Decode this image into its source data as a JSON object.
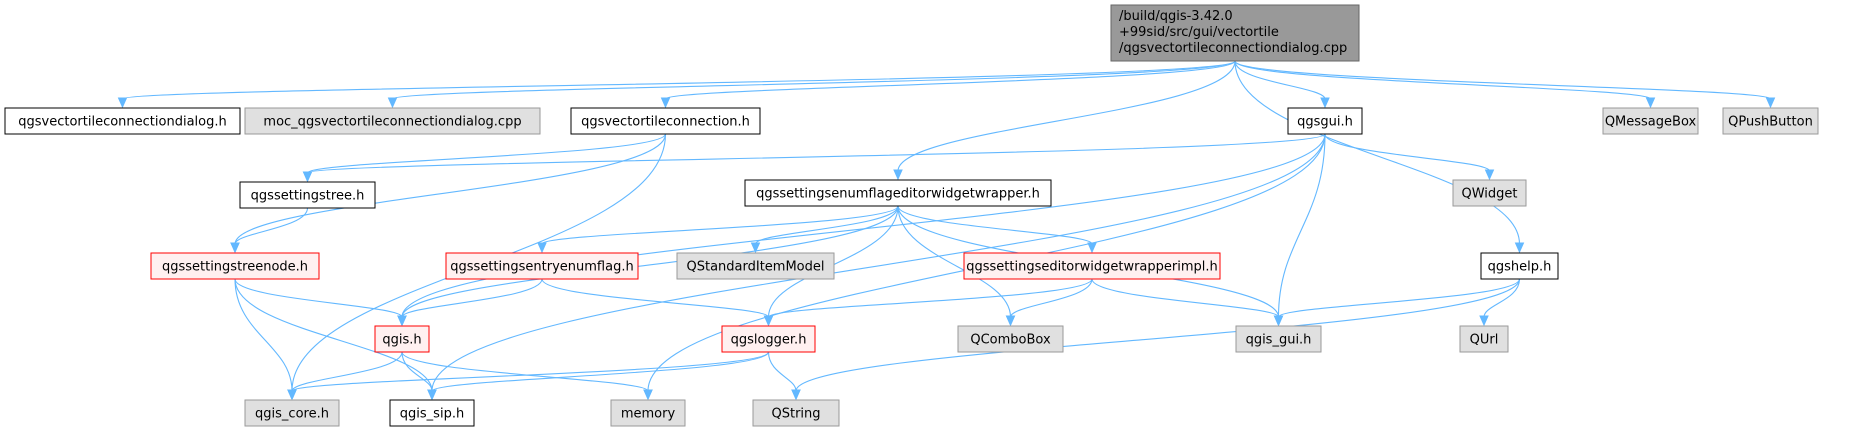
{
  "colors": {
    "edge": "#63b8ff",
    "root_fill": "#999999",
    "root_border": "#666666",
    "project_fill": "#ffffff",
    "project_border": "#000000",
    "external_fill": "#e0e0e0",
    "external_border": "#999999",
    "incomplete_fill": "#fff0f0",
    "incomplete_border": "#ff0000"
  },
  "nodes": [
    {
      "id": "root",
      "kind": "root",
      "lines": [
        "/build/qgis-3.42.0",
        "+99sid/src/gui/vectortile",
        "/qgsvectortileconnectiondialog.cpp"
      ]
    },
    {
      "id": "dialog_h",
      "kind": "project",
      "lines": [
        "qgsvectortileconnectiondialog.h"
      ]
    },
    {
      "id": "moc_cpp",
      "kind": "external",
      "lines": [
        "moc_qgsvectortileconnectiondialog.cpp"
      ]
    },
    {
      "id": "connection_h",
      "kind": "project",
      "lines": [
        "qgsvectortileconnection.h"
      ]
    },
    {
      "id": "qgsgui_h",
      "kind": "project",
      "lines": [
        "qgsgui.h"
      ]
    },
    {
      "id": "qmessagebox",
      "kind": "external",
      "lines": [
        "QMessageBox"
      ]
    },
    {
      "id": "qpushbutton",
      "kind": "external",
      "lines": [
        "QPushButton"
      ]
    },
    {
      "id": "settingstree_h",
      "kind": "project",
      "lines": [
        "qgssettingstree.h"
      ]
    },
    {
      "id": "enumflag_wrapper_h",
      "kind": "project",
      "lines": [
        "qgssettingsenumflageditorwidgetwrapper.h"
      ]
    },
    {
      "id": "qwidget",
      "kind": "external",
      "lines": [
        "QWidget"
      ]
    },
    {
      "id": "qgshelp_h",
      "kind": "project",
      "lines": [
        "qgshelp.h"
      ]
    },
    {
      "id": "treenode_h",
      "kind": "incomplete",
      "lines": [
        "qgssettingstreenode.h"
      ]
    },
    {
      "id": "entryenumflag_h",
      "kind": "incomplete",
      "lines": [
        "qgssettingsentryenumflag.h"
      ]
    },
    {
      "id": "qstandarditemmodel",
      "kind": "external",
      "lines": [
        "QStandardItemModel"
      ]
    },
    {
      "id": "wrapperimpl_h",
      "kind": "incomplete",
      "lines": [
        "qgssettingseditorwidgetwrapperimpl.h"
      ]
    },
    {
      "id": "qurl",
      "kind": "external",
      "lines": [
        "QUrl"
      ]
    },
    {
      "id": "qgis_h",
      "kind": "incomplete",
      "lines": [
        "qgis.h"
      ]
    },
    {
      "id": "qgslogger_h",
      "kind": "incomplete",
      "lines": [
        "qgslogger.h"
      ]
    },
    {
      "id": "qcombobox",
      "kind": "external",
      "lines": [
        "QComboBox"
      ]
    },
    {
      "id": "qgis_gui_h",
      "kind": "external",
      "lines": [
        "qgis_gui.h"
      ]
    },
    {
      "id": "qgis_core_h",
      "kind": "external",
      "lines": [
        "qgis_core.h"
      ]
    },
    {
      "id": "qgis_sip_h",
      "kind": "project",
      "lines": [
        "qgis_sip.h"
      ]
    },
    {
      "id": "memory",
      "kind": "external",
      "lines": [
        "memory"
      ]
    },
    {
      "id": "qstring",
      "kind": "external",
      "lines": [
        "QString"
      ]
    }
  ],
  "edges": [
    [
      "root",
      "dialog_h"
    ],
    [
      "root",
      "moc_cpp"
    ],
    [
      "root",
      "connection_h"
    ],
    [
      "root",
      "qgsgui_h"
    ],
    [
      "root",
      "qmessagebox"
    ],
    [
      "root",
      "qpushbutton"
    ],
    [
      "root",
      "enumflag_wrapper_h"
    ],
    [
      "root",
      "qgshelp_h"
    ],
    [
      "connection_h",
      "settingstree_h"
    ],
    [
      "connection_h",
      "treenode_h"
    ],
    [
      "connection_h",
      "qgis_core_h"
    ],
    [
      "qgsgui_h",
      "settingstree_h"
    ],
    [
      "qgsgui_h",
      "qgis_h"
    ],
    [
      "qgsgui_h",
      "qwidget"
    ],
    [
      "qgsgui_h",
      "qgis_gui_h"
    ],
    [
      "qgsgui_h",
      "qgis_sip_h"
    ],
    [
      "qgsgui_h",
      "memory"
    ],
    [
      "settingstree_h",
      "treenode_h"
    ],
    [
      "enumflag_wrapper_h",
      "qgis_h"
    ],
    [
      "enumflag_wrapper_h",
      "entryenumflag_h"
    ],
    [
      "enumflag_wrapper_h",
      "qstandarditemmodel"
    ],
    [
      "enumflag_wrapper_h",
      "qgslogger_h"
    ],
    [
      "enumflag_wrapper_h",
      "qcombobox"
    ],
    [
      "enumflag_wrapper_h",
      "wrapperimpl_h"
    ],
    [
      "enumflag_wrapper_h",
      "qgis_gui_h"
    ],
    [
      "treenode_h",
      "qgis_h"
    ],
    [
      "treenode_h",
      "qgis_core_h"
    ],
    [
      "treenode_h",
      "qgis_sip_h"
    ],
    [
      "entryenumflag_h",
      "qgis_h"
    ],
    [
      "entryenumflag_h",
      "qgslogger_h"
    ],
    [
      "wrapperimpl_h",
      "qgslogger_h"
    ],
    [
      "wrapperimpl_h",
      "qcombobox"
    ],
    [
      "wrapperimpl_h",
      "qgis_gui_h"
    ],
    [
      "qgshelp_h",
      "qgis_gui_h"
    ],
    [
      "qgshelp_h",
      "qurl"
    ],
    [
      "qgshelp_h",
      "qstring"
    ],
    [
      "qgis_h",
      "qgis_core_h"
    ],
    [
      "qgis_h",
      "qgis_sip_h"
    ],
    [
      "qgis_h",
      "memory"
    ],
    [
      "qgslogger_h",
      "qgis_core_h"
    ],
    [
      "qgslogger_h",
      "qgis_sip_h"
    ],
    [
      "qgslogger_h",
      "qstring"
    ]
  ]
}
